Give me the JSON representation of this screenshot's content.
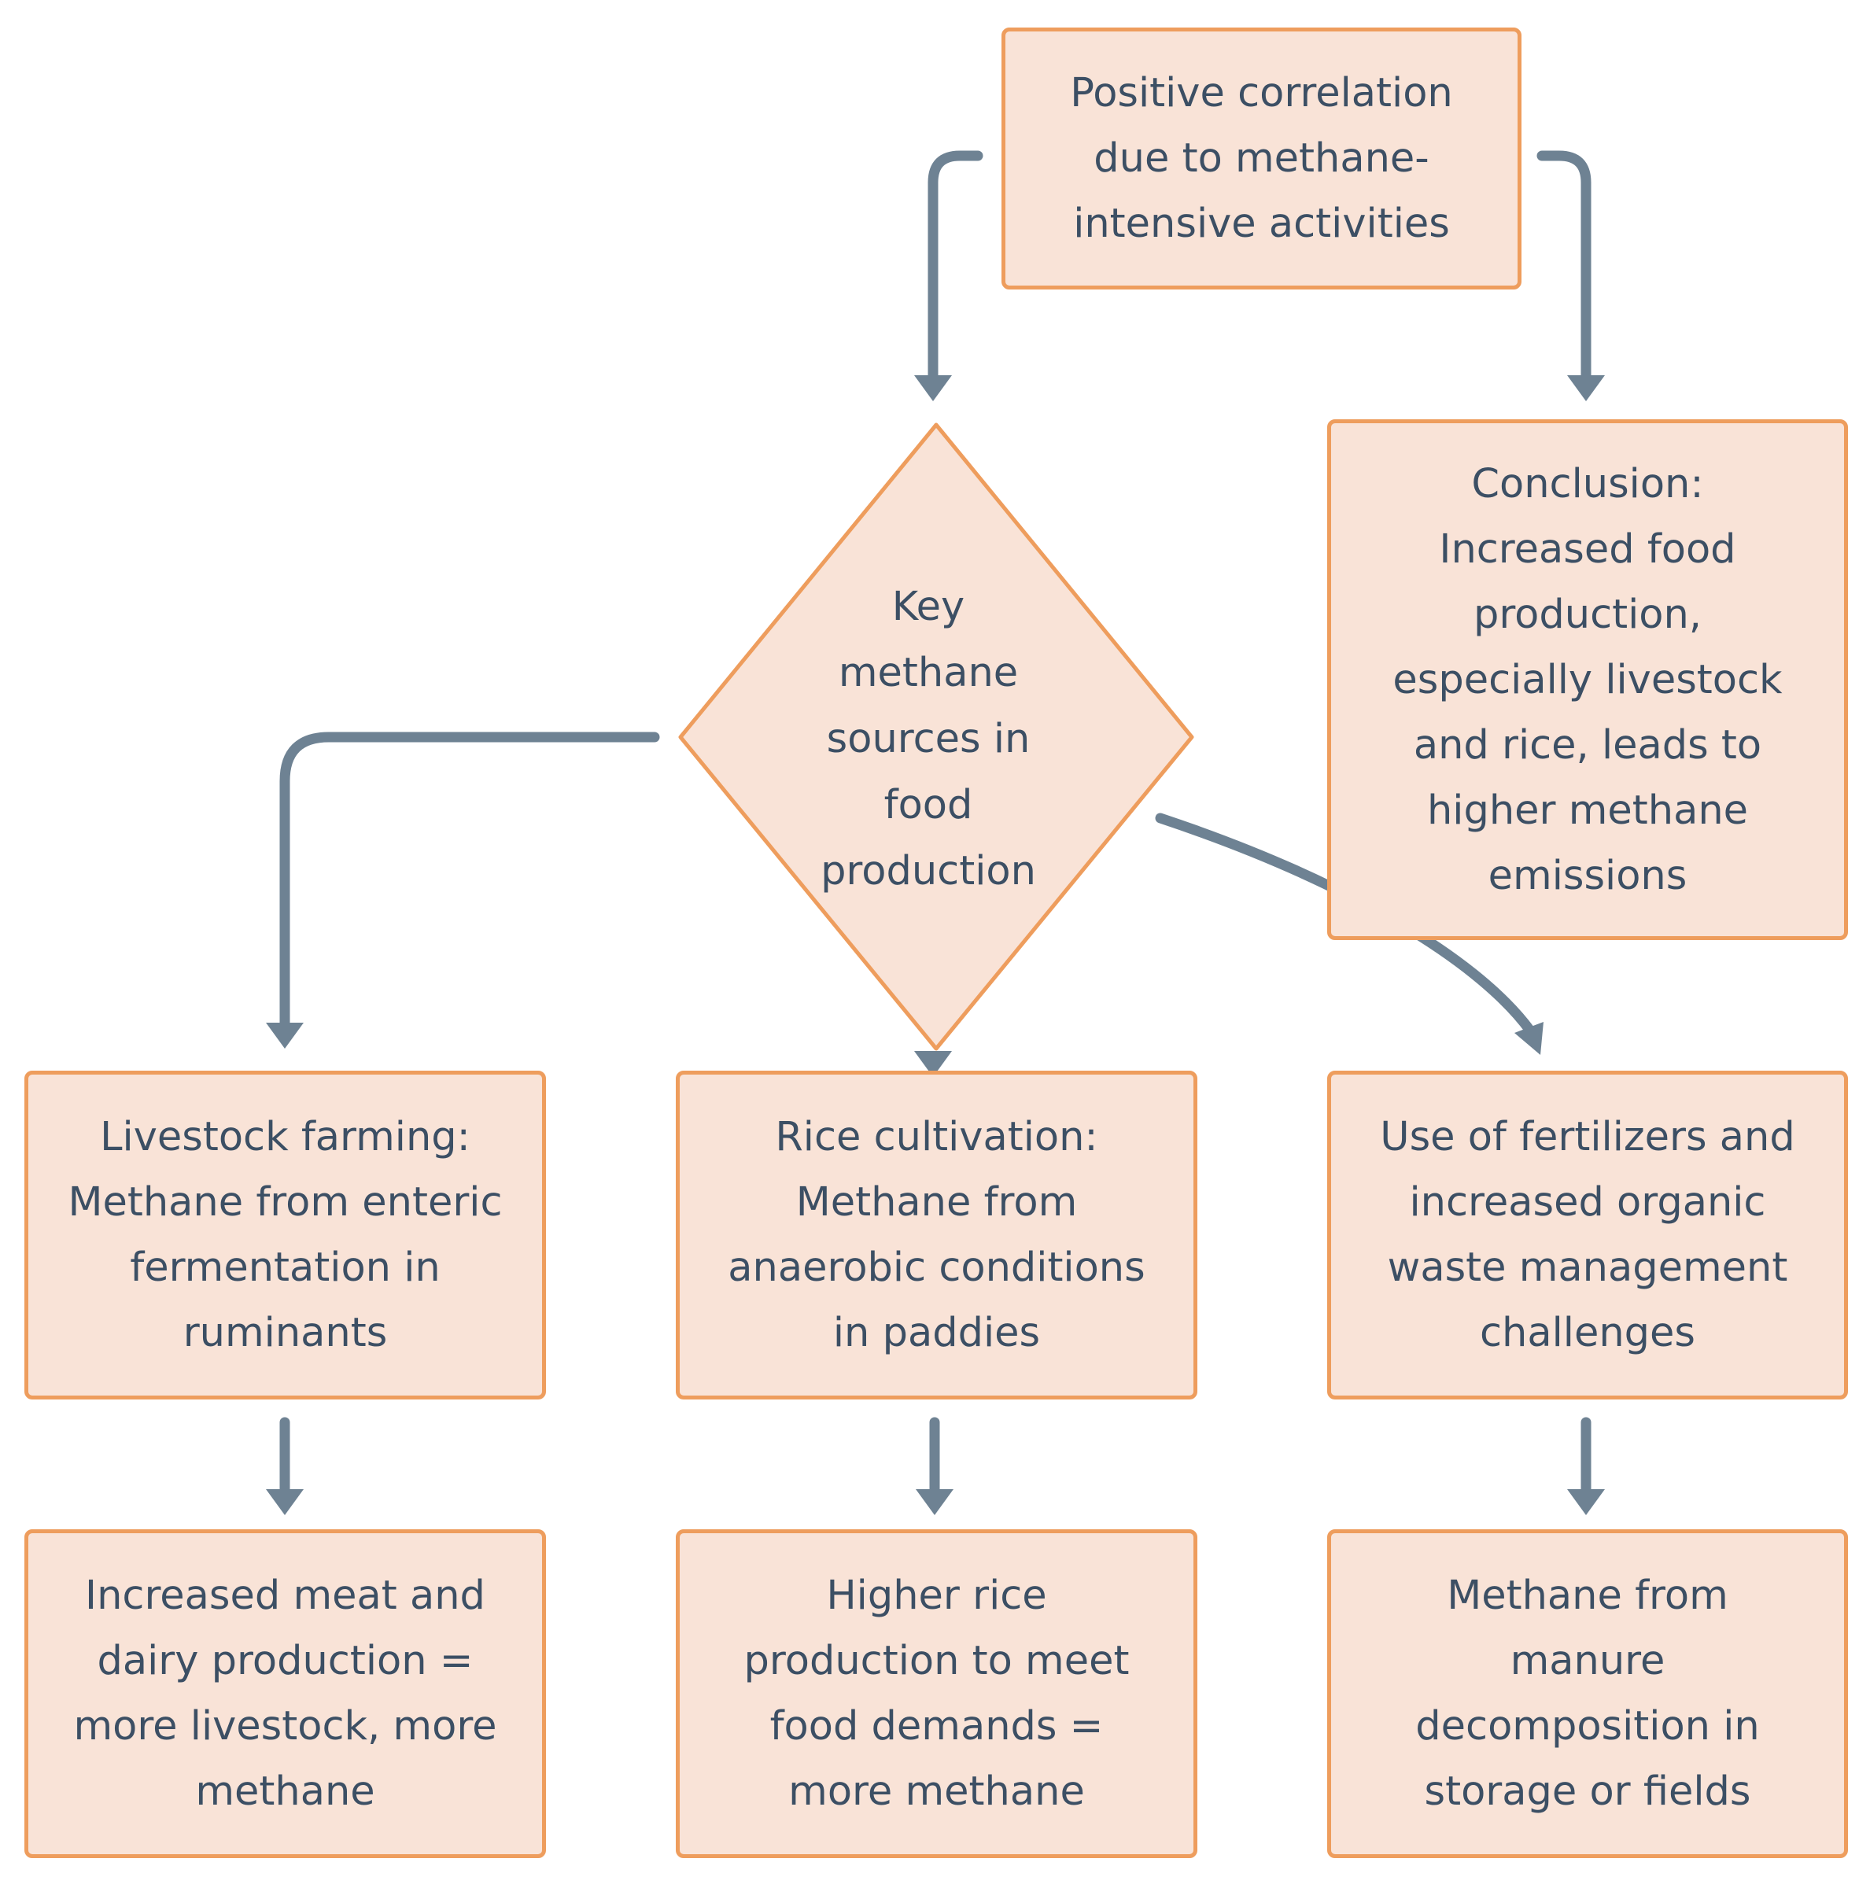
{
  "colors": {
    "node_fill": "#f9e3d7",
    "node_border": "#ee9d5d",
    "arrow": "#6e8293",
    "text": "#3c4f64"
  },
  "nodes": {
    "top": "Positive correlation\ndue to methane-\nintensive activities",
    "decision": "Key\nmethane\nsources in\nfood\nproduction",
    "conclusion": "Conclusion:\nIncreased food\nproduction,\nespecially livestock\nand rice, leads to\nhigher methane\nemissions",
    "livestock": "Livestock farming:\nMethane from enteric\nfermentation in\nruminants",
    "rice": "Rice cultivation:\nMethane from\nanaerobic conditions\nin paddies",
    "fertilizers": "Use of fertilizers and\nincreased organic\nwaste management\nchallenges",
    "meat_dairy": "Increased meat and\ndairy production =\nmore livestock, more\nmethane",
    "higher_rice": "Higher rice\nproduction to meet\nfood demands =\nmore methane",
    "manure": "Methane from\nmanure\ndecomposition in\nstorage or fields"
  }
}
